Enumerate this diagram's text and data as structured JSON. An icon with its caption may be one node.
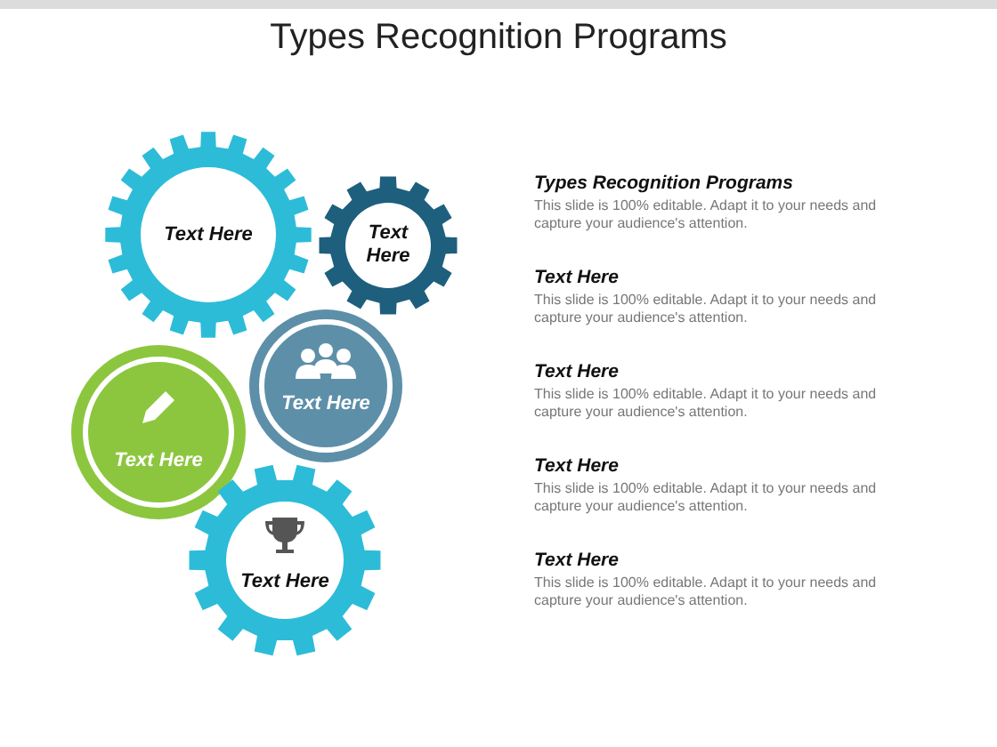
{
  "diagram": {
    "title": "Types Recognition Programs",
    "nodes": [
      {
        "text": [
          "Text Here"
        ]
      },
      {
        "text": [
          "Text Here"
        ]
      },
      {
        "text": [
          "Text Here"
        ]
      },
      {
        "text": [
          "Text Here"
        ]
      },
      {
        "text": [
          "Text Here"
        ]
      }
    ],
    "labels": [
      "Types Recognition Programs",
      "This slide is 100% editable. Adapt it to your needs and capture your audience's attention.",
      "Text Here",
      "This slide is 100% editable. Adapt it to your needs and capture your audience's attention.",
      "Text Here",
      "This slide is 100% editable. Adapt it to your needs and capture your audience's attention.",
      "Text Here",
      "This slide is 100% editable. Adapt it to your needs and capture your audience's attention.",
      "Text Here",
      "This slide is 100% editable. Adapt it to your needs and capture your audience's attention."
    ]
  }
}
